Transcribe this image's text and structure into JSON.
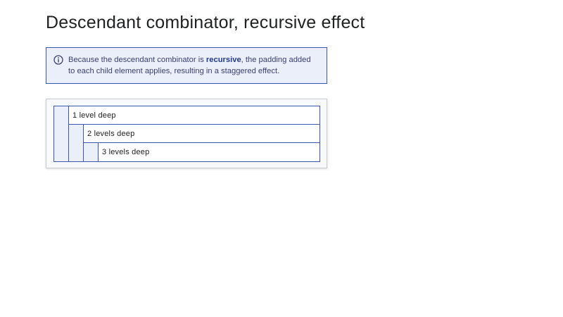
{
  "page": {
    "title": "Descendant combinator, recursive effect"
  },
  "callout": {
    "icon": "info-icon",
    "text_before": "Because the descendant combinator is ",
    "text_bold": "recursive",
    "text_after": ", the padding added to each child element applies, resulting in a staggered effect."
  },
  "demo": {
    "levels": [
      "1 level deep",
      "2 levels deep",
      "3 levels deep"
    ]
  },
  "colors": {
    "accent": "#3d55b5",
    "callout_bg": "#eaeffa",
    "text": "#202122"
  }
}
